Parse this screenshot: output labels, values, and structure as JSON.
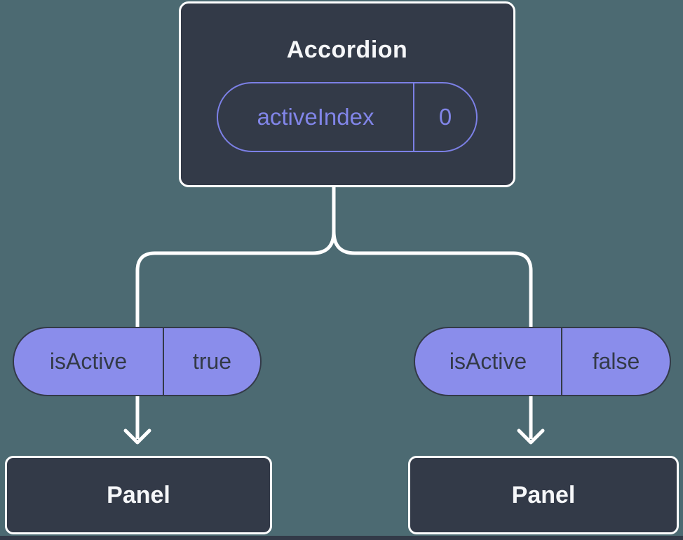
{
  "tree": {
    "root": {
      "label": "Accordion",
      "prop": {
        "name": "activeIndex",
        "value": "0"
      }
    },
    "children": [
      {
        "label": "Panel",
        "prop": {
          "name": "isActive",
          "value": "true"
        }
      },
      {
        "label": "Panel",
        "prop": {
          "name": "isActive",
          "value": "false"
        }
      }
    ]
  },
  "colors": {
    "background": "#4C6A72",
    "node_fill": "#333A48",
    "node_border": "#FFFFFF",
    "node_text": "#F6F7F9",
    "state_pill_fill": "#8A8DEB",
    "state_pill_text": "#333A48",
    "prop_pill_accent": "#7C80E6",
    "connector": "#FFFFFF"
  }
}
